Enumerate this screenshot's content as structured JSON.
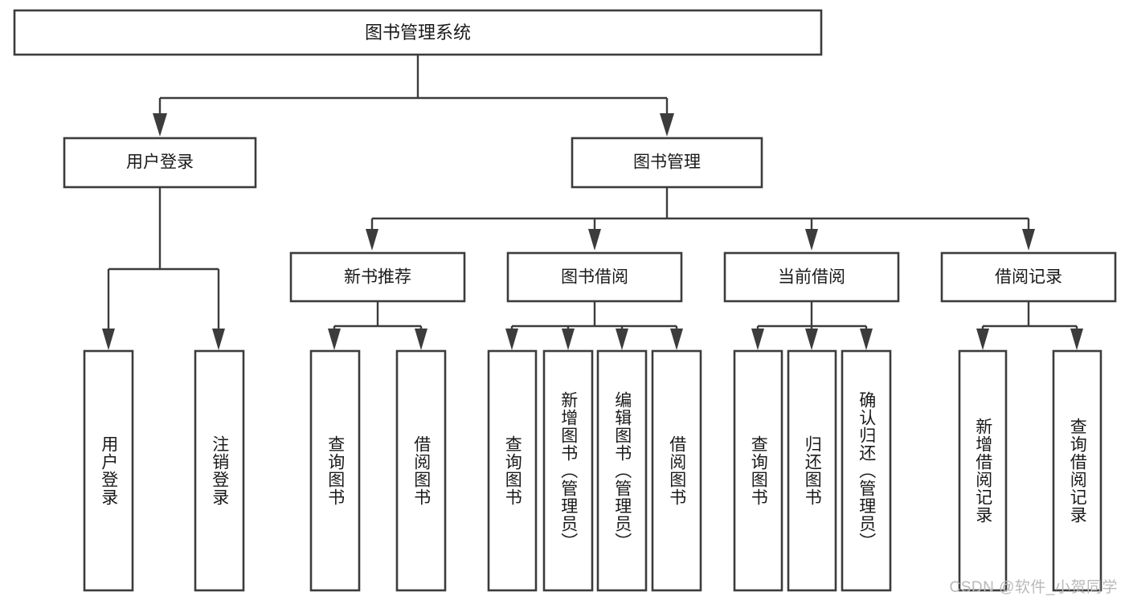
{
  "diagram": {
    "type": "tree-hierarchy-diagram",
    "title": "图书管理系统",
    "watermark": "CSDN @软件_小贺同学",
    "colors": {
      "stroke": "#3c3c3c",
      "fill": "#ffffff",
      "text": "#1a1a1a",
      "watermark": "#b9b9b9",
      "background": "#ffffff"
    },
    "levels": {
      "root": {
        "label": "图书管理系统"
      },
      "level2": [
        {
          "label": "用户登录"
        },
        {
          "label": "图书管理"
        }
      ],
      "level3": [
        {
          "label": "新书推荐"
        },
        {
          "label": "图书借阅"
        },
        {
          "label": "当前借阅"
        },
        {
          "label": "借阅记录"
        }
      ],
      "leaves": {
        "user_login": [
          {
            "label": "用户登录"
          },
          {
            "label": "注销登录"
          }
        ],
        "new_book_recommend": [
          {
            "label": "查询图书"
          },
          {
            "label": "借阅图书"
          }
        ],
        "book_borrow": [
          {
            "label": "查询图书"
          },
          {
            "label": "新增图书（管理员）"
          },
          {
            "label": "编辑图书（管理员）"
          },
          {
            "label": "借阅图书"
          }
        ],
        "current_borrow": [
          {
            "label": "查询图书"
          },
          {
            "label": "归还图书"
          },
          {
            "label": "确认归还（管理员）"
          }
        ],
        "borrow_record": [
          {
            "label": "新增借阅记录"
          },
          {
            "label": "查询借阅记录"
          }
        ]
      }
    }
  }
}
